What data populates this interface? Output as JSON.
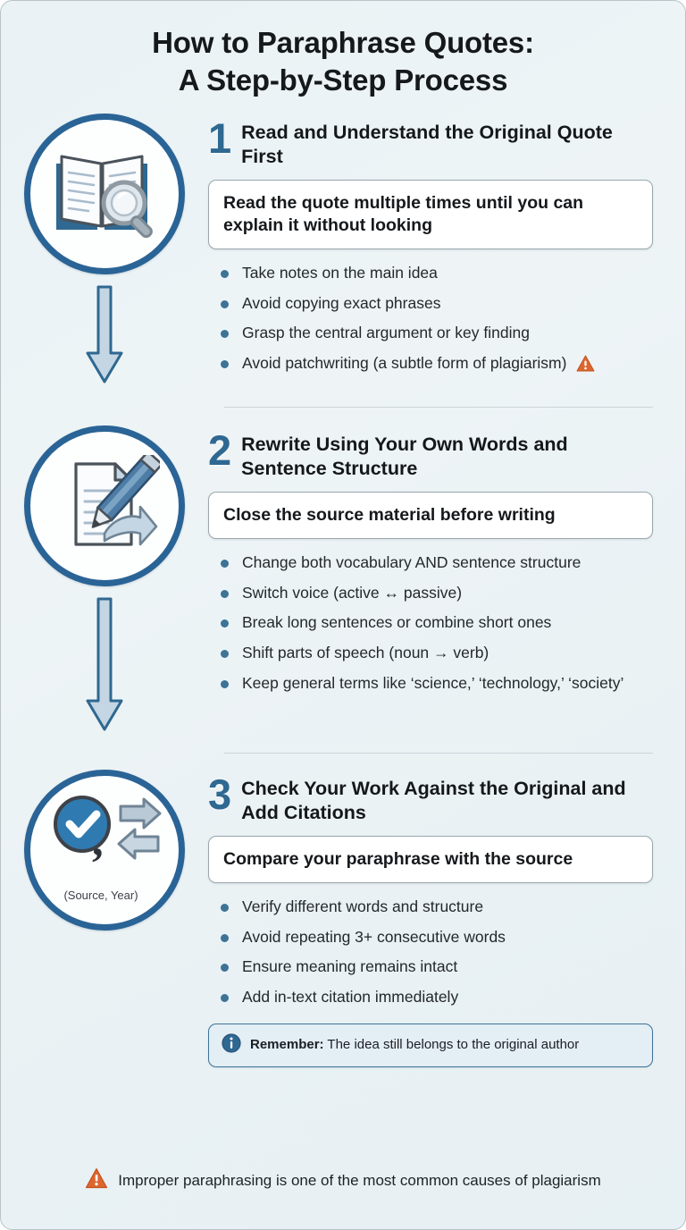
{
  "poster": {
    "title_line1": "How to Paraphrase Quotes:",
    "title_line2": "A Step-by-Step Process",
    "accent_blue": "#2a6496",
    "number_blue": "#2f6891",
    "bullet_blue": "#3d7396",
    "warning_orange": "#dd6630",
    "background": "#eaf2f5",
    "arrow_fill": "#c4d6e3",
    "arrow_stroke": "#2f6891"
  },
  "steps": [
    {
      "number": "1",
      "title": "Read and Understand the Original Quote First",
      "icon": "open-book-magnifier-icon",
      "highlight": "Read the quote multiple times until you can explain it without looking",
      "bullets": [
        {
          "text": "Take notes on the main idea",
          "warning": false
        },
        {
          "text": "Avoid copying exact phrases",
          "warning": false
        },
        {
          "text": "Grasp the central argument or key finding",
          "warning": false
        },
        {
          "text": "Avoid patchwriting (a subtle form of plagiarism)",
          "warning": true
        }
      ]
    },
    {
      "number": "2",
      "title": "Rewrite Using Your Own Words and Sentence Structure",
      "icon": "document-pencil-arrow-icon",
      "highlight": "Close the source material before writing",
      "bullets": [
        {
          "text": "Change both vocabulary AND sentence structure",
          "warning": false
        },
        {
          "text": "Switch voice (active ↔ passive)",
          "warning": false
        },
        {
          "text": "Break long sentences or combine short ones",
          "warning": false
        },
        {
          "text": "Shift parts of speech (noun → verb)",
          "warning": false
        },
        {
          "text": "Keep general terms like ‘science,’ ‘technology,’ ‘society’",
          "warning": false
        }
      ]
    },
    {
      "number": "3",
      "title": "Check Your Work Against the Original and Add Citations",
      "icon": "checkmark-exchange-citation-icon",
      "icon_caption": "(Source, Year)",
      "highlight": "Compare your paraphrase with the source",
      "bullets": [
        {
          "text": "Verify different words and structure",
          "warning": false
        },
        {
          "text": "Avoid repeating 3+ consecutive words",
          "warning": false
        },
        {
          "text": "Ensure meaning remains intact",
          "warning": false
        },
        {
          "text": "Add in-text citation immediately",
          "warning": false
        }
      ]
    }
  ],
  "note": {
    "icon": "info-icon",
    "label": "Remember:",
    "text": " The idea still belongs to the original author"
  },
  "footer": {
    "icon": "warning-triangle-icon",
    "text": "Improper paraphrasing is one of the most common causes of plagiarism"
  }
}
